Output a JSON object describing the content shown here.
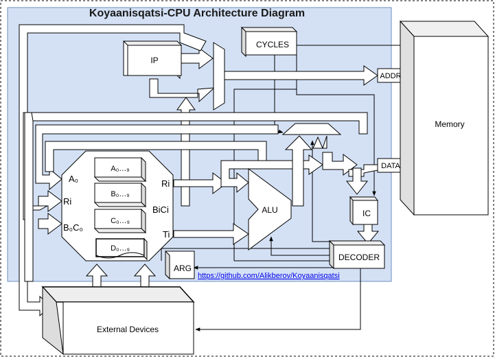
{
  "diagram": {
    "title": "Koyaanisqatsi-CPU Architecture Diagram",
    "link": "https://github.com/Alikberov/Koyaanisqatsi",
    "colors": {
      "panel_fill": "#d4e1f5",
      "panel_stroke": "#6c8ebf",
      "link": "#0000ee"
    },
    "blocks": {
      "ip": "IP",
      "cycles": "CYCLES",
      "addr": "ADDR",
      "data": "DATA",
      "memory": "Memory",
      "alu": "ALU",
      "ic": "IC",
      "decoder": "DECODER",
      "arg": "ARG",
      "external": "External Devices"
    },
    "registers": {
      "a_bank": "A₀…₉",
      "b_bank": "B₀…₉",
      "c_bank": "C₀…₉",
      "d_bank": "D₀…₉"
    },
    "ports": {
      "left_a0": "A₀",
      "left_ri": "Ri",
      "left_boco": "B₀C₀",
      "right_ri": "Ri",
      "right_bici": "BiCi",
      "right_ti": "Ti"
    }
  }
}
